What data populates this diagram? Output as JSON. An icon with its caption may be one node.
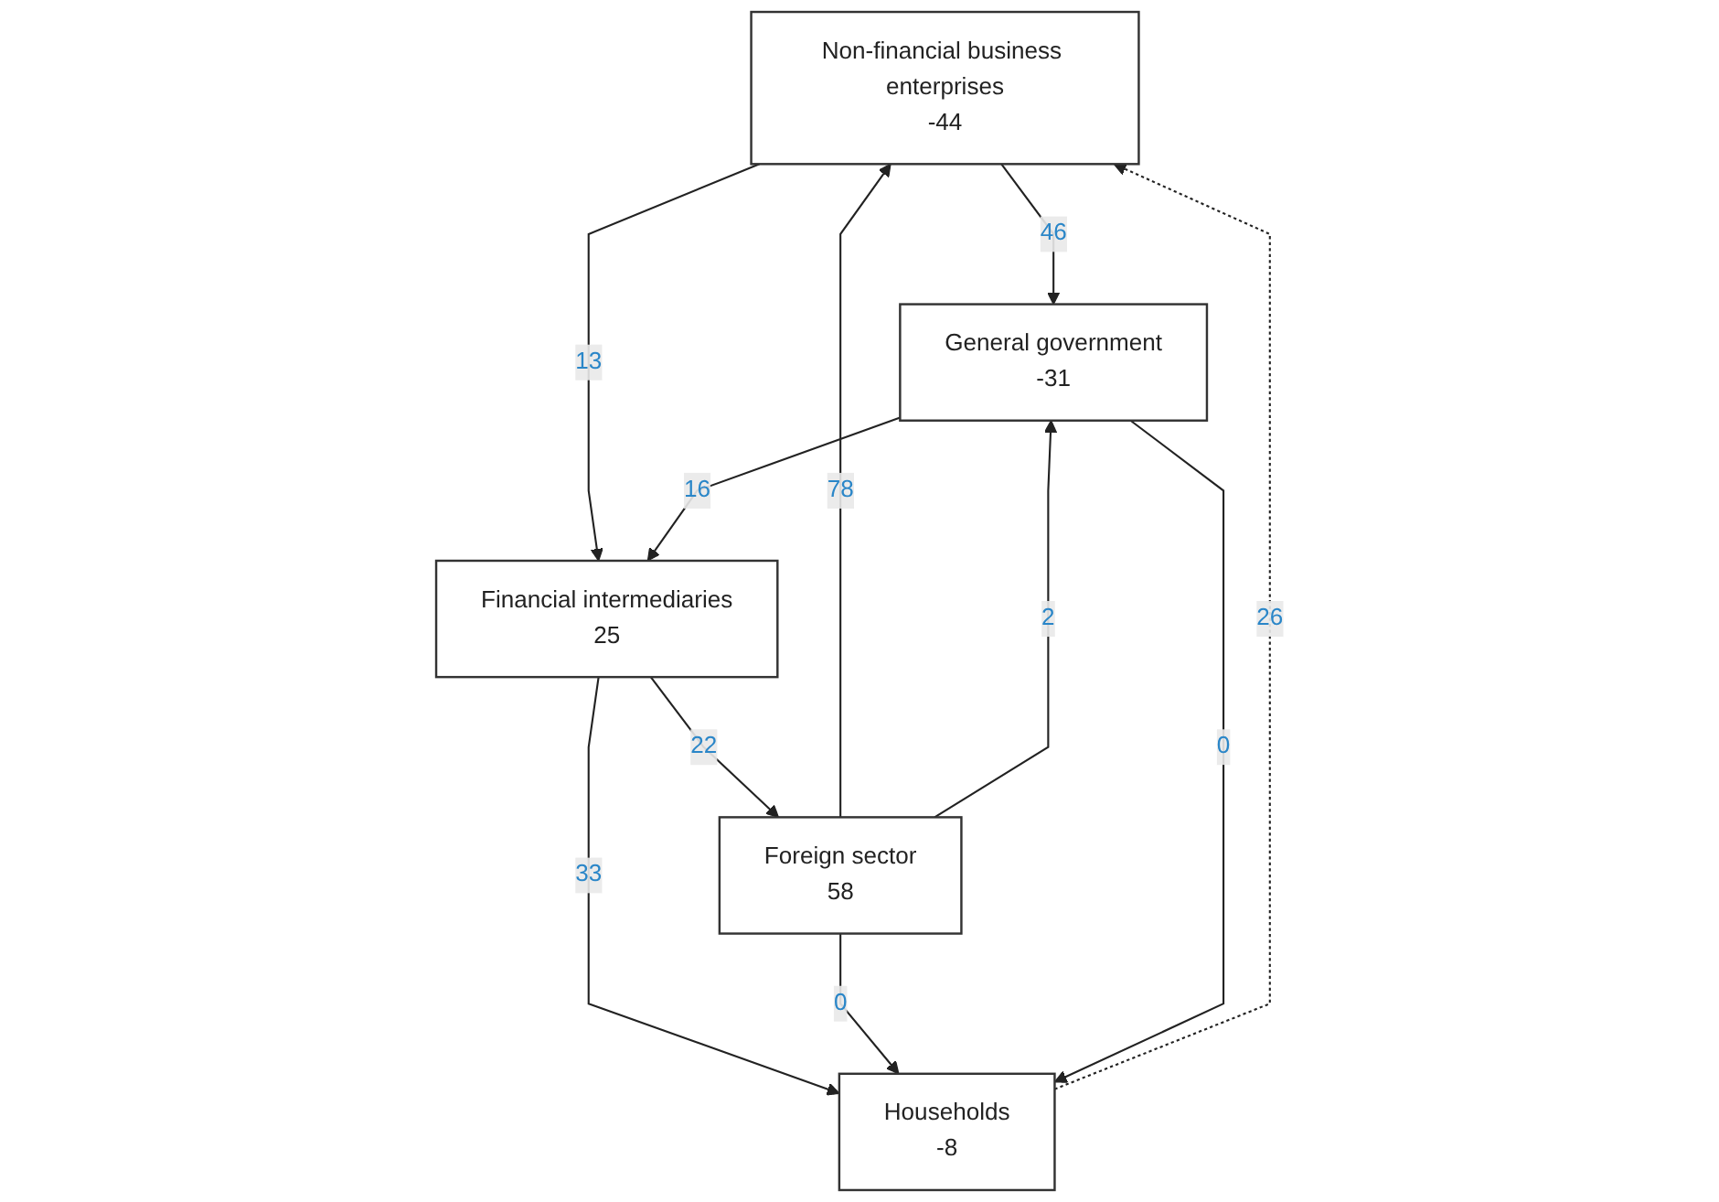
{
  "diagram": {
    "nodes": [
      {
        "text": [
          "Non-financial business enterprises",
          "-44"
        ]
      },
      {
        "text": [
          "Foreign sector",
          "58"
        ]
      },
      {
        "text": [
          "Financial intermediaries",
          "25"
        ]
      },
      {
        "text": [
          "General government",
          "-31"
        ]
      },
      {
        "text": [
          "Households",
          "-8"
        ]
      }
    ],
    "edges": [
      {
        "from": 1,
        "to": 0,
        "arrow": "to",
        "label": "78"
      },
      {
        "from": 0,
        "to": 3,
        "arrow": "to",
        "label": "46"
      },
      {
        "from": 0,
        "to": 2,
        "arrow": "to",
        "label": "13"
      },
      {
        "from": 4,
        "to": 0,
        "arrow": "to",
        "label": "26",
        "style": "dashed"
      },
      {
        "from": 2,
        "to": 1,
        "arrow": "to",
        "label": "22"
      },
      {
        "from": 3,
        "to": 2,
        "arrow": "to",
        "label": "16"
      },
      {
        "from": 2,
        "to": 4,
        "arrow": "to",
        "label": "33"
      },
      {
        "from": 1,
        "to": 4,
        "arrow": "to",
        "label": "0"
      },
      {
        "from": 3,
        "to": 4,
        "arrow": "to",
        "label": "0"
      },
      {
        "from": 1,
        "to": 3,
        "arrow": "to",
        "label": "2"
      }
    ]
  }
}
